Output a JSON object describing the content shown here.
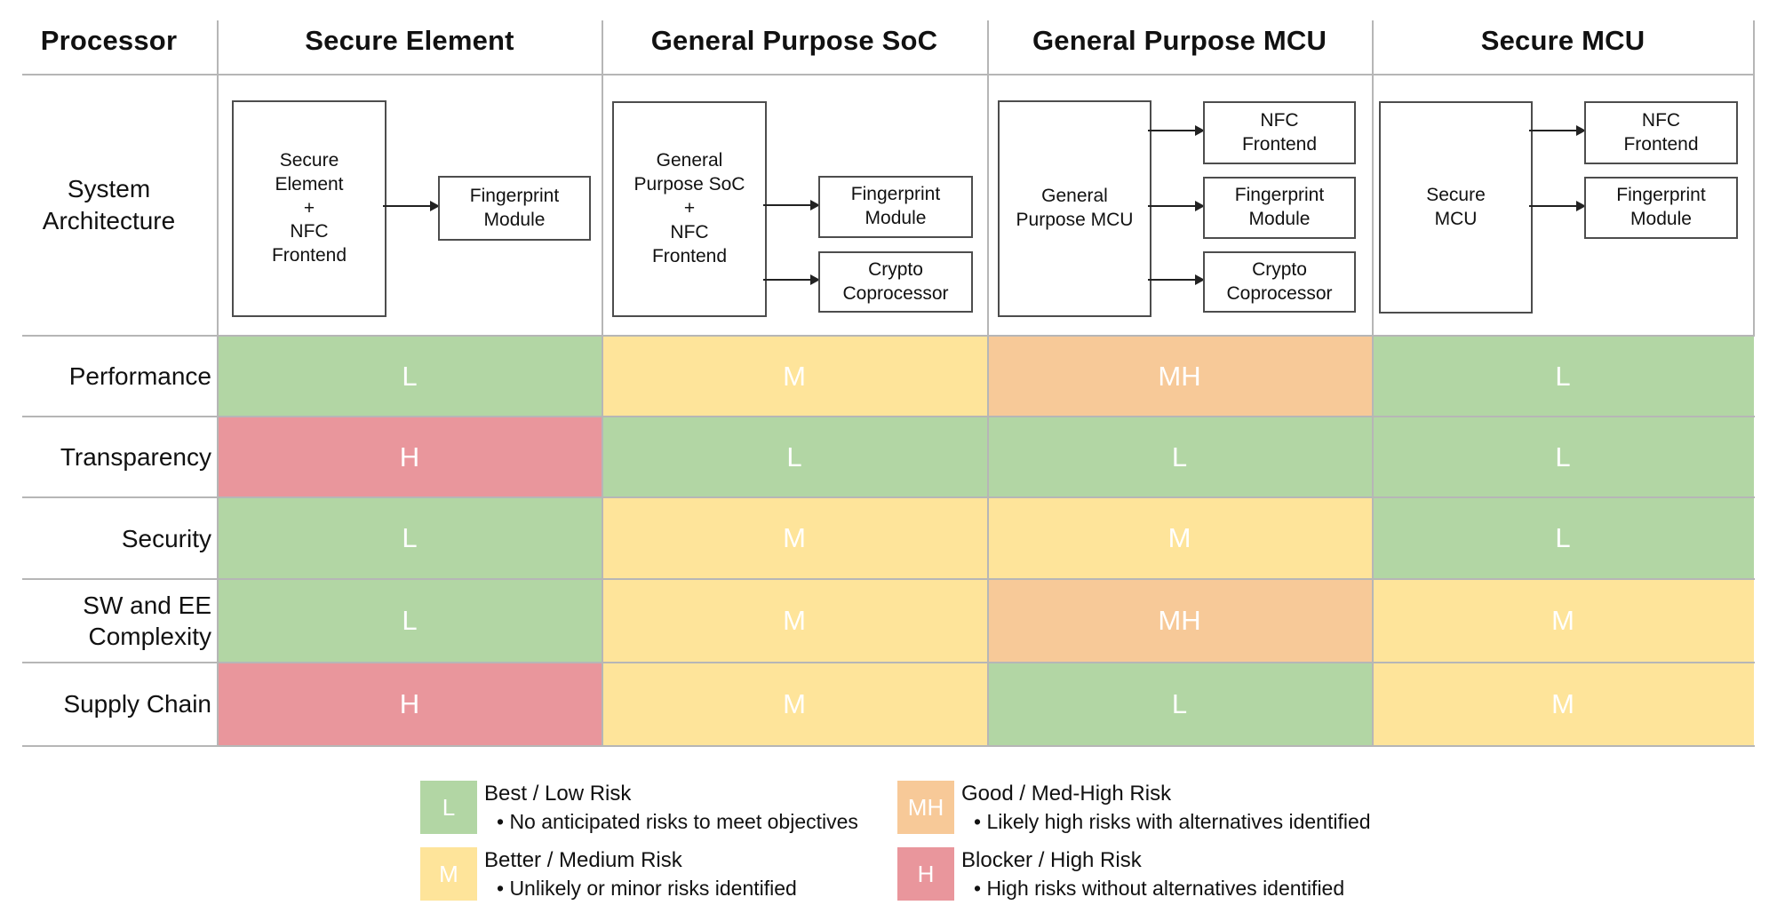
{
  "table": {
    "corner_label": "Processor",
    "columns": [
      "Secure Element",
      "General Purpose SoC",
      "General Purpose MCU",
      "Secure MCU"
    ],
    "architecture_row_label": "System\nArchitecture",
    "rows": [
      {
        "label": "Performance",
        "cells": [
          "L",
          "M",
          "MH",
          "L"
        ]
      },
      {
        "label": "Transparency",
        "cells": [
          "H",
          "L",
          "L",
          "L"
        ]
      },
      {
        "label": "Security",
        "cells": [
          "L",
          "M",
          "M",
          "L"
        ]
      },
      {
        "label": "SW and EE\nComplexity",
        "cells": [
          "L",
          "M",
          "MH",
          "M"
        ]
      },
      {
        "label": "Supply Chain",
        "cells": [
          "H",
          "M",
          "L",
          "M"
        ]
      }
    ]
  },
  "diagrams": {
    "secure_element": {
      "main": "Secure\nElement\n+\nNFC\nFrontend",
      "fingerprint": "Fingerprint\nModule"
    },
    "gp_soc": {
      "main": "General\nPurpose SoC\n+\nNFC\nFrontend",
      "fingerprint": "Fingerprint\nModule",
      "crypto": "Crypto\nCoprocessor"
    },
    "gp_mcu": {
      "main": "General\nPurpose MCU",
      "nfc": "NFC\nFrontend",
      "fingerprint": "Fingerprint\nModule",
      "crypto": "Crypto\nCoprocessor"
    },
    "secure_mcu": {
      "main": "Secure\nMCU",
      "nfc": "NFC\nFrontend",
      "fingerprint": "Fingerprint\nModule"
    }
  },
  "legend": {
    "items": [
      {
        "code": "L",
        "title": "Best / Low Risk",
        "bullet": "• No anticipated risks to meet objectives"
      },
      {
        "code": "M",
        "title": "Better / Medium Risk",
        "bullet": "• Unlikely or minor risks identified"
      },
      {
        "code": "MH",
        "title": "Good / Med-High Risk",
        "bullet": "• Likely high risks with alternatives identified"
      },
      {
        "code": "H",
        "title": "Blocker / High Risk",
        "bullet": "• High risks without alternatives identified"
      }
    ]
  },
  "colors": {
    "low_green": "#b2d6a4",
    "medium_yellow": "#fee49a",
    "med_high_orange": "#f7c998",
    "high_red": "#e9969c",
    "grid_line": "#b6b6b6",
    "box_border": "#4d4d4d"
  }
}
